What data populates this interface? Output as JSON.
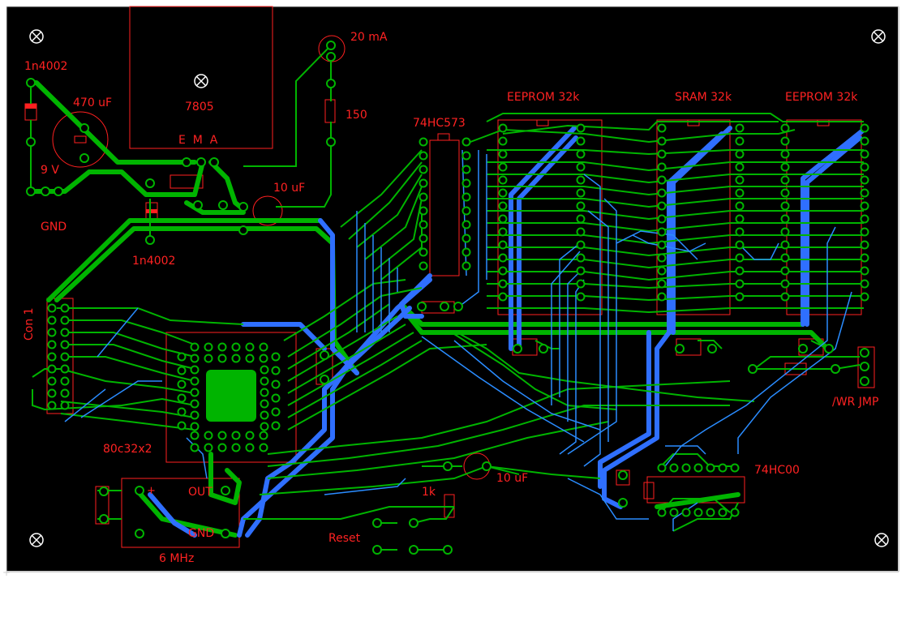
{
  "board": {
    "background": "#000000",
    "colors": {
      "top_trace": "#00b400",
      "bottom_trace": "#2f6fff",
      "silkscreen": "#ff2020",
      "thin_trace": "#2a8cff"
    }
  },
  "labels": {
    "d1": "1n4002",
    "c1": "470 uF",
    "batt": "9 V",
    "gnd1": "GND",
    "d2": "1n4002",
    "reg": "7805",
    "reg_pins": "E  M  A",
    "led": "20 mA",
    "r1": "150",
    "c2": "10 uF",
    "latch": "74HC573",
    "eeprom1": "EEPROM 32k",
    "sram": "SRAM 32k",
    "eeprom2": "EEPROM 32k",
    "con": "Con 1",
    "mcu": "80c32x2",
    "osc_out": "OUT",
    "osc_gnd": "GND",
    "osc": "6 MHz",
    "r2": "1k",
    "c3": "10 uF",
    "reset": "Reset",
    "nand": "74HC00",
    "wr_jmp": "/WR JMP"
  }
}
